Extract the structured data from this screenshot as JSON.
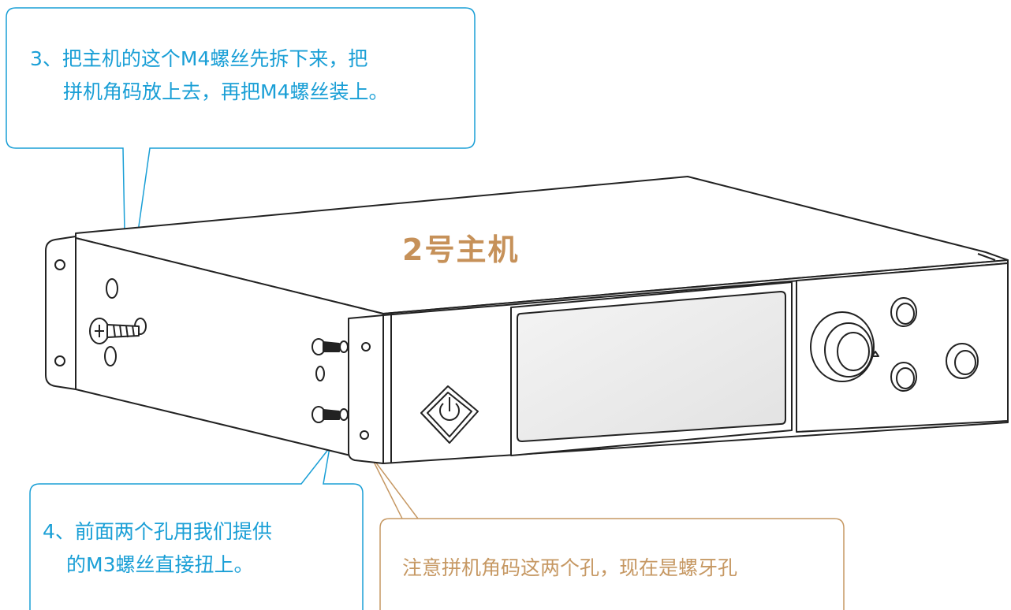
{
  "device": {
    "title": "2号主机"
  },
  "callouts": {
    "remove_m4": {
      "line1": "3、把主机的这个M4螺丝先拆下来，把",
      "line2": "拼机角码放上去，再把M4螺丝装上。"
    },
    "front_holes": {
      "line1": "4、前面两个孔用我们提供",
      "line2": "的M3螺丝直接扭上。"
    },
    "threaded_holes": {
      "text": "注意拼机角码这两个孔，现在是螺牙孔"
    }
  },
  "colors": {
    "callout_blue": "#1a9fd6",
    "callout_tan": "#c69863",
    "line": "#222222"
  }
}
